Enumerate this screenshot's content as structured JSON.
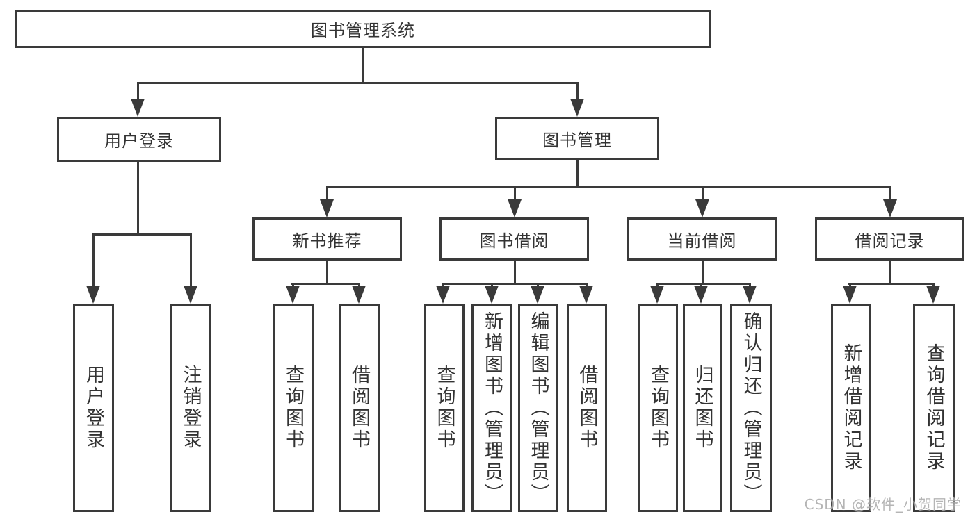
{
  "colors": {
    "line": "#3a3a3a",
    "text": "#333333",
    "watermark": "#adadad",
    "bg": "#ffffff"
  },
  "watermark": {
    "text": "CSDN @软件_小贺同学"
  },
  "tree": {
    "root": {
      "label": "图书管理系统"
    },
    "branches": [
      {
        "label": "用户登录",
        "children": [
          {
            "label": "用户登录"
          },
          {
            "label": "注销登录"
          }
        ]
      },
      {
        "label": "图书管理",
        "children": [
          {
            "label": "新书推荐",
            "children": [
              {
                "label": "查询图书"
              },
              {
                "label": "借阅图书"
              }
            ]
          },
          {
            "label": "图书借阅",
            "children": [
              {
                "label": "查询图书"
              },
              {
                "label": "新增图书（管理员）"
              },
              {
                "label": "编辑图书（管理员）"
              },
              {
                "label": "借阅图书"
              }
            ]
          },
          {
            "label": "当前借阅",
            "children": [
              {
                "label": "查询图书"
              },
              {
                "label": "归还图书"
              },
              {
                "label": "确认归还（管理员）"
              }
            ]
          },
          {
            "label": "借阅记录",
            "children": [
              {
                "label": "新增借阅记录"
              },
              {
                "label": "查询借阅记录"
              }
            ]
          }
        ]
      }
    ]
  }
}
